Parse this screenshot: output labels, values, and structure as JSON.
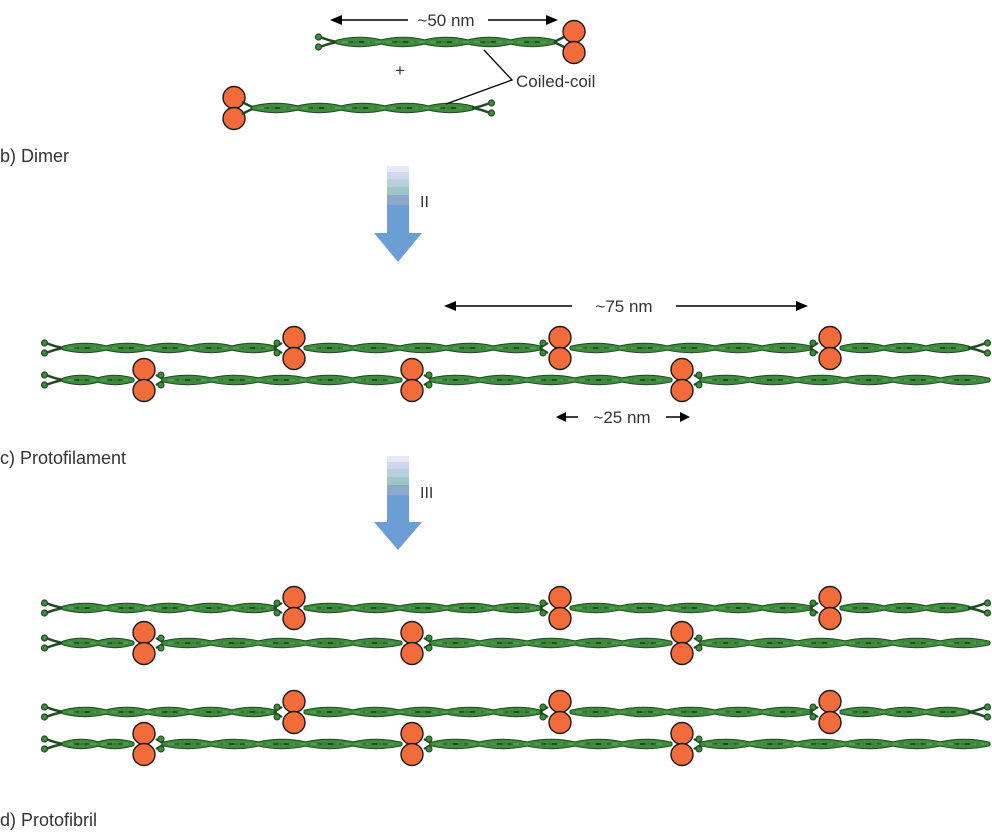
{
  "dimer": {
    "length_label": "~50 nm",
    "plus_sign": "+",
    "coil_label": "Coiled-coil"
  },
  "panels": {
    "dimer_label": "b)  Dimer",
    "protofilament_label": "c)  Protofilament",
    "protofibril_label": "d)  Protofibril"
  },
  "steps": {
    "step2": "II",
    "step3": "III"
  },
  "protofilament": {
    "repeat_label": "~75 nm",
    "overlap_label": "~25 nm"
  },
  "colors": {
    "rod": "#3e8a3e",
    "rod_dark": "#1f4a1f",
    "head": "#f26b3a",
    "head_outline": "#1a1a1a",
    "arrow": "#6a9ed4",
    "text": "#333333"
  }
}
